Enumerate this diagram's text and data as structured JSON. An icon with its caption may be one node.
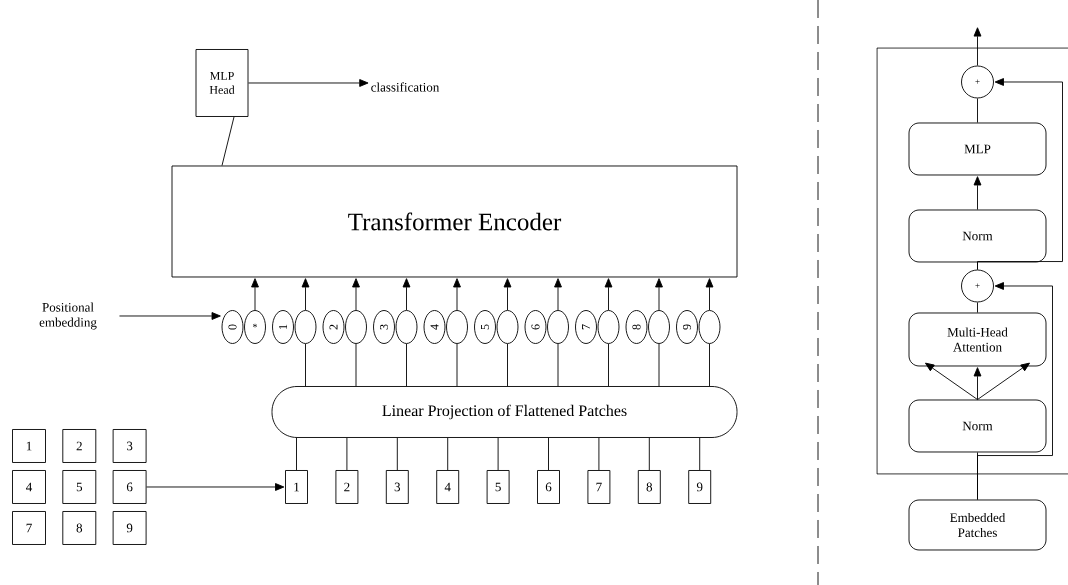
{
  "diagram": {
    "nodes": [
      {
        "text": [
          "MLP Head"
        ]
      },
      {
        "text": [
          "classification"
        ]
      },
      {
        "text": [
          "Transformer Encoder"
        ]
      },
      {
        "text": [
          "Positional embedding"
        ]
      },
      {
        "text": [
          "0"
        ]
      },
      {
        "text": [
          "*"
        ]
      },
      {
        "text": [
          "1"
        ]
      },
      {
        "text": [],
        "shape": "ellipse"
      },
      {
        "text": [
          "2"
        ]
      },
      {
        "text": [],
        "shape": "ellipse"
      },
      {
        "text": [
          "3"
        ]
      },
      {
        "text": [],
        "shape": "ellipse"
      },
      {
        "text": [
          "4"
        ]
      },
      {
        "text": [],
        "shape": "ellipse"
      },
      {
        "text": [
          "5"
        ]
      },
      {
        "text": [],
        "shape": "ellipse"
      },
      {
        "text": [
          "6"
        ]
      },
      {
        "text": [],
        "shape": "ellipse"
      },
      {
        "text": [
          "7"
        ]
      },
      {
        "text": [],
        "shape": "ellipse"
      },
      {
        "text": [
          "8"
        ]
      },
      {
        "text": [],
        "shape": "ellipse"
      },
      {
        "text": [
          "9"
        ]
      },
      {
        "text": [],
        "shape": "ellipse"
      },
      {
        "text": [
          "Linear Projection of Flattened Patches"
        ]
      },
      {
        "text": [
          "1"
        ]
      },
      {
        "text": [
          "2"
        ]
      },
      {
        "text": [
          "3"
        ]
      },
      {
        "text": [
          "4"
        ]
      },
      {
        "text": [
          "5"
        ]
      },
      {
        "text": [
          "6"
        ]
      },
      {
        "text": [
          "7"
        ]
      },
      {
        "text": [
          "8"
        ]
      },
      {
        "text": [
          "9"
        ]
      },
      {
        "text": [
          "1"
        ]
      },
      {
        "text": [
          "2"
        ]
      },
      {
        "text": [
          "3"
        ]
      },
      {
        "text": [
          "4"
        ]
      },
      {
        "text": [
          "5"
        ]
      },
      {
        "text": [
          "6"
        ]
      },
      {
        "text": [
          "7"
        ]
      },
      {
        "text": [
          "8"
        ]
      },
      {
        "text": [
          "9"
        ]
      },
      {
        "text": [],
        "shape": "box"
      },
      {
        "text": [
          "+"
        ],
        "in": 43
      },
      {
        "text": [
          "MLP"
        ],
        "in": 43
      },
      {
        "text": [
          "Norm"
        ],
        "in": 43
      },
      {
        "text": [
          "+"
        ],
        "in": 43
      },
      {
        "text": [
          "Multi-Head Attention"
        ],
        "in": 43
      },
      {
        "text": [
          "Norm"
        ],
        "in": 43
      },
      {
        "text": [
          "Embedded Patches"
        ]
      }
    ],
    "edges": [
      {
        "from": 0,
        "to": 1,
        "arrow": "to"
      },
      {
        "from": 0,
        "to": 2,
        "arrow": "none"
      },
      {
        "from": 3,
        "to": 4,
        "arrow": "to"
      },
      {
        "from": 5,
        "to": 2,
        "arrow": "to"
      },
      {
        "from": 7,
        "to": 2,
        "arrow": "to"
      },
      {
        "from": 9,
        "to": 2,
        "arrow": "to"
      },
      {
        "from": 11,
        "to": 2,
        "arrow": "to"
      },
      {
        "from": 13,
        "to": 2,
        "arrow": "to"
      },
      {
        "from": 15,
        "to": 2,
        "arrow": "to"
      },
      {
        "from": 17,
        "to": 2,
        "arrow": "to"
      },
      {
        "from": 19,
        "to": 2,
        "arrow": "to"
      },
      {
        "from": 21,
        "to": 2,
        "arrow": "to"
      },
      {
        "from": 23,
        "to": 2,
        "arrow": "to"
      },
      {
        "from": 24,
        "to": 7,
        "arrow": "none"
      },
      {
        "from": 24,
        "to": 9,
        "arrow": "none"
      },
      {
        "from": 24,
        "to": 11,
        "arrow": "none"
      },
      {
        "from": 24,
        "to": 13,
        "arrow": "none"
      },
      {
        "from": 24,
        "to": 15,
        "arrow": "none"
      },
      {
        "from": 24,
        "to": 17,
        "arrow": "none"
      },
      {
        "from": 24,
        "to": 19,
        "arrow": "none"
      },
      {
        "from": 24,
        "to": 21,
        "arrow": "none"
      },
      {
        "from": 24,
        "to": 23,
        "arrow": "none"
      },
      {
        "from": 25,
        "to": 24,
        "arrow": "none"
      },
      {
        "from": 26,
        "to": 24,
        "arrow": "none"
      },
      {
        "from": 27,
        "to": 24,
        "arrow": "none"
      },
      {
        "from": 28,
        "to": 24,
        "arrow": "none"
      },
      {
        "from": 29,
        "to": 24,
        "arrow": "none"
      },
      {
        "from": 30,
        "to": 24,
        "arrow": "none"
      },
      {
        "from": 31,
        "to": 24,
        "arrow": "none"
      },
      {
        "from": 32,
        "to": 24,
        "arrow": "none"
      },
      {
        "from": 33,
        "to": 24,
        "arrow": "none"
      },
      {
        "from": 39,
        "to": 25,
        "arrow": "to"
      },
      {
        "from": 50,
        "to": 49,
        "arrow": "none"
      },
      {
        "from": 49,
        "to": 48,
        "arrow": "to"
      },
      {
        "from": 49,
        "to": 48,
        "arrow": "to"
      },
      {
        "from": 49,
        "to": 48,
        "arrow": "to"
      },
      {
        "from": 48,
        "to": 47,
        "arrow": "none"
      },
      {
        "from": 50,
        "to": 47,
        "arrow": "to"
      },
      {
        "from": 47,
        "to": 46,
        "arrow": "none"
      },
      {
        "from": 46,
        "to": 45,
        "arrow": "to"
      },
      {
        "from": 45,
        "to": 44,
        "arrow": "none"
      },
      {
        "from": 47,
        "to": 44,
        "arrow": "to"
      },
      {
        "from": 44,
        "to": null,
        "arrow": "to"
      }
    ]
  }
}
